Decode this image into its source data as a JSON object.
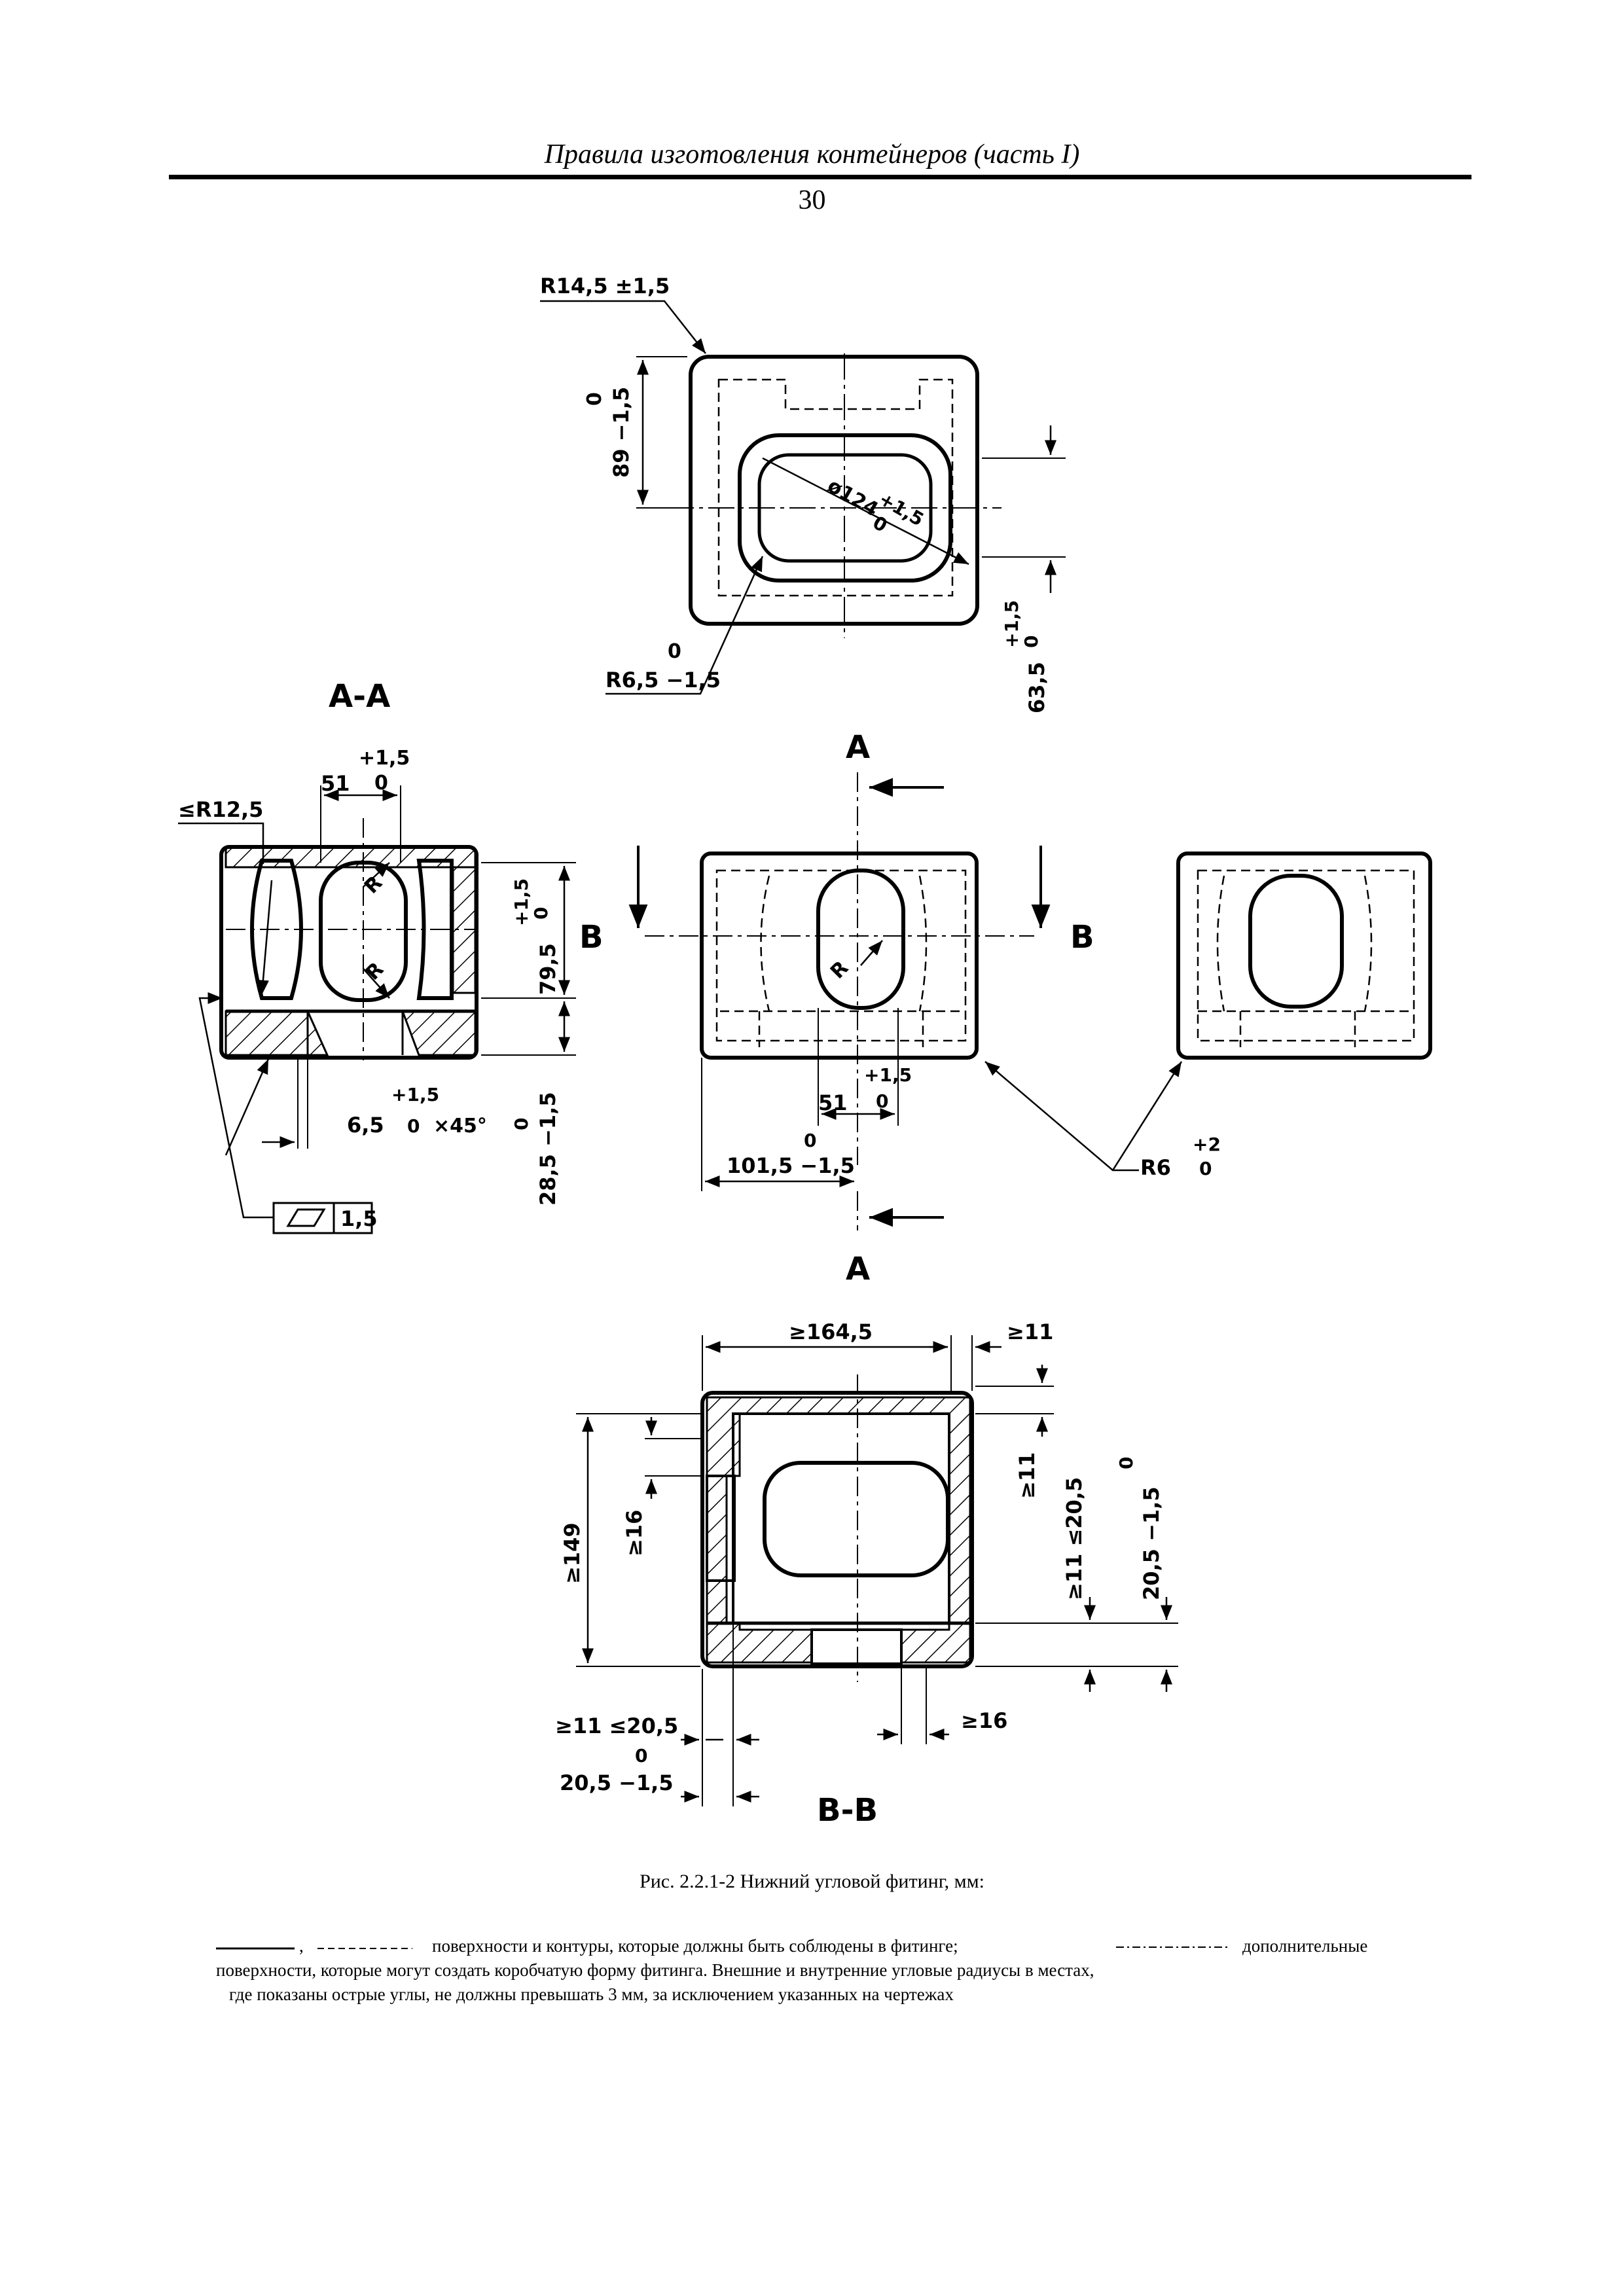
{
  "header": {
    "title": "Правила изготовления контейнеров (часть I)",
    "page_number": "30"
  },
  "drawing": {
    "top_view": {
      "r_corner": "R14,5  ±1,5",
      "d89_upper": "0",
      "d89": "89  −1,5",
      "phi": "ø124",
      "phi_tol_up": "+1,5",
      "phi_tol_low": "0",
      "r65_upper": "0",
      "r65": "R6,5  −1,5",
      "d635": "63,5",
      "d635_tol_up": "+1,5",
      "d635_tol_low": "0"
    },
    "section_aa": {
      "title": "A-A",
      "r125": "≤R12,5",
      "d51": "51",
      "d51_up": "+1,5",
      "d51_low": "0",
      "d795": "79,5",
      "d795_up": "+1,5",
      "d795_low": "0",
      "d65": "6,5",
      "d65_up": "+1,5",
      "d65_low": "0",
      "chamfer": "×45°",
      "d285_upper": "0",
      "d285": "28,5  −1,5",
      "flatness_value": "1,5",
      "r_label": "R"
    },
    "front_view": {
      "label_a": "A",
      "label_b": "B",
      "d51": "51",
      "d51_up": "+1,5",
      "d51_low": "0",
      "d1015_upper": "0",
      "d1015": "101,5  −1,5",
      "r6": "R6",
      "r6_up": "+2",
      "r6_low": "0",
      "r_label": "R"
    },
    "section_bb": {
      "title": "B-B",
      "d1645": "≥164,5",
      "d11_top": "≥11",
      "d149": "≥149",
      "d16_left": "≥16",
      "d11_right": "≥11",
      "d11_20_right": "≥11  ≤20,5",
      "d205_right_upper": "0",
      "d205_right": "20,5  −1,5",
      "d11_20_bottom": "≥11  ≤20,5",
      "d205_bottom_upper": "0",
      "d205_bottom": "20,5  −1,5",
      "d16_bottom": "≥16"
    }
  },
  "caption": "Рис. 2.2.1-2 Нижний угловой фитинг, мм:",
  "note": {
    "line1_sep": ",",
    "line1_text_a": "поверхности и контуры, которые должны быть соблюдены в фитинге;",
    "line1_text_b": "дополнительные",
    "line2": "поверхности, которые могут создать коробчатую форму фитинга. Внешние и внутренние угловые радиусы в местах,",
    "line3": "где показаны острые углы, не должны превышать 3 мм, за исключением указанных на чертежах"
  }
}
